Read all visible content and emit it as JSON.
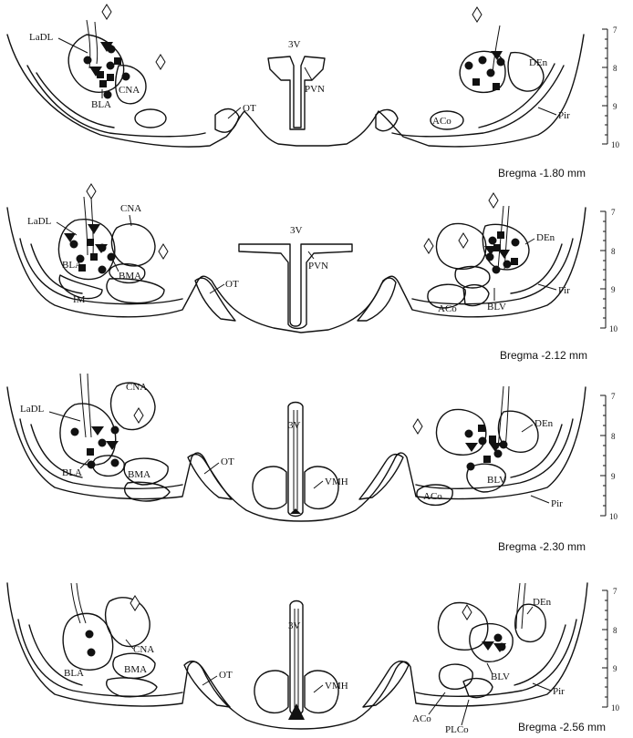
{
  "sections": [
    {
      "bregma": "Bregma -1.80 mm",
      "left_labels": {
        "a": "LaDL",
        "b": "BLA",
        "c": "CNA"
      },
      "mid_labels": {
        "ventricle": "3V",
        "nucleus": "PVN",
        "tract": "OT"
      },
      "right_labels": {
        "a": "DEn",
        "b": "ACo",
        "c": "Pir"
      },
      "scale": [
        "7",
        "8",
        "9",
        "10"
      ]
    },
    {
      "bregma": "Bregma -2.12 mm",
      "left_labels": {
        "a": "LaDL",
        "b": "CNA",
        "c": "BLA",
        "d": "BMA",
        "e": "IM"
      },
      "mid_labels": {
        "ventricle": "3V",
        "nucleus": "PVN",
        "tract": "OT"
      },
      "right_labels": {
        "a": "DEn",
        "b": "ACo",
        "c": "BLV",
        "d": "Pir"
      },
      "scale": [
        "7",
        "8",
        "9",
        "10"
      ]
    },
    {
      "bregma": "Bregma -2.30 mm",
      "left_labels": {
        "a": "LaDL",
        "b": "CNA",
        "c": "BLA",
        "d": "BMA"
      },
      "mid_labels": {
        "ventricle": "3V",
        "nucleus": "VMH",
        "tract": "OT"
      },
      "right_labels": {
        "a": "DEn",
        "b": "BLV",
        "c": "ACo",
        "d": "Pir"
      },
      "scale": [
        "7",
        "8",
        "9",
        "10"
      ]
    },
    {
      "bregma": "Bregma -2.56 mm",
      "left_labels": {
        "a": "BLA",
        "b": "CNA",
        "c": "BMA"
      },
      "mid_labels": {
        "ventricle": "3V",
        "nucleus": "VMH",
        "tract": "OT"
      },
      "right_labels": {
        "a": "DEn",
        "b": "BLV",
        "c": "ACo",
        "d": "PLCo",
        "e": "Pir"
      },
      "scale": [
        "7",
        "8",
        "9",
        "10"
      ]
    }
  ]
}
